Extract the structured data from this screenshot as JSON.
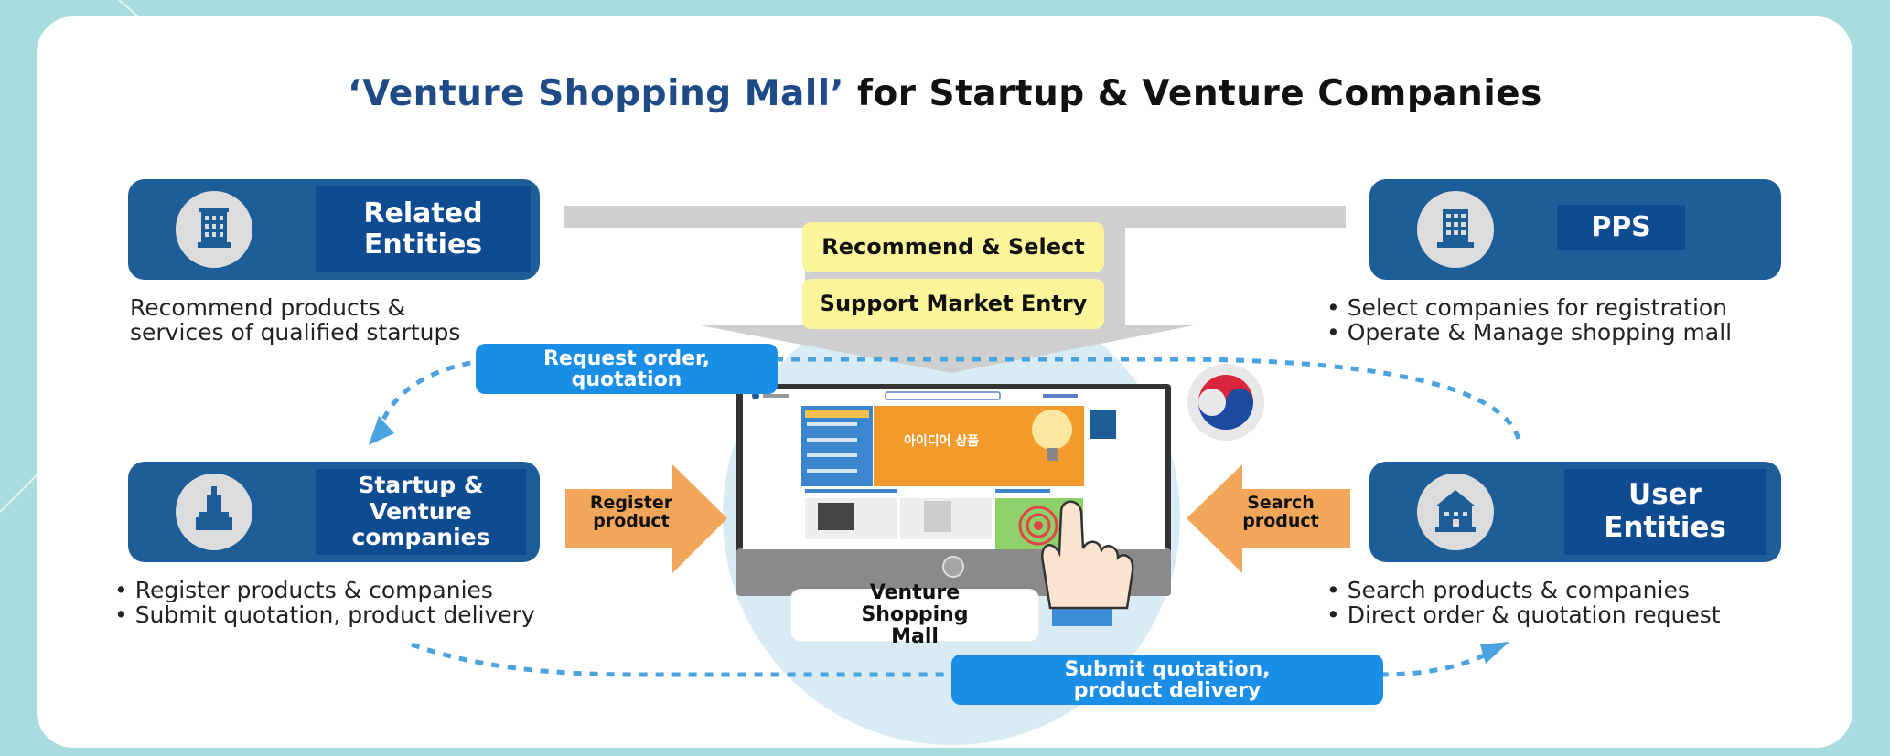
{
  "title": {
    "highlight": "‘Venture Shopping Mall’",
    "rest": " for Startup & Venture Companies"
  },
  "entities": {
    "related": {
      "label": "Related Entities",
      "icon": "building-icon",
      "desc": [
        "Recommend products &",
        "services of qualified startups"
      ]
    },
    "pps": {
      "label": "PPS",
      "icon": "office-building-icon",
      "desc": [
        "• Select companies for registration",
        "• Operate & Manage shopping mall"
      ]
    },
    "startup": {
      "label": "Startup & Venture companies",
      "icon": "startup-building-icon",
      "desc": [
        "• Register products & companies",
        "• Submit quotation, product delivery"
      ]
    },
    "user": {
      "label": "User Entities",
      "icon": "institution-icon",
      "desc": [
        "• Search products & companies",
        "• Direct order & quotation request"
      ]
    }
  },
  "center": {
    "recommend_select": "Recommend & Select",
    "support_market": "Support Market Entry",
    "mall_label": "Venture Shopping Mall",
    "screen_banner_text": "아이디어 상품"
  },
  "flows": {
    "request_order": "Request order, quotation",
    "submit_quotation": "Submit quotation, product delivery",
    "register_product": "Register product",
    "search_product": "Search product"
  },
  "colors": {
    "background": "#a9dcdf",
    "entity_box": "#1e5e98",
    "entity_label": "#0f4b91",
    "bubble": "#1a8ee6",
    "yellow": "#fdf59c",
    "orange_arrow": "#f2a65a",
    "gray_arrow": "#cfcfcf",
    "title_highlight": "#1e4a86"
  }
}
